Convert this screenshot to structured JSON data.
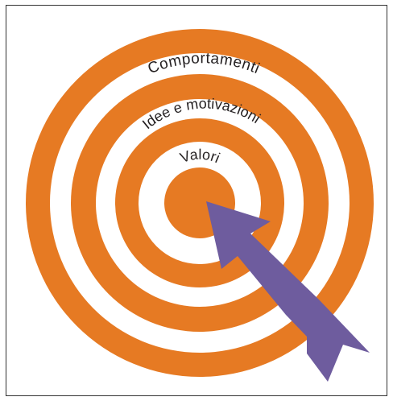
{
  "diagram": {
    "type": "target",
    "colors": {
      "ring": "#E67A23",
      "gap": "#ffffff",
      "arrow": "#6E5C9E",
      "frame": "#333333",
      "text": "#231f20"
    },
    "rings": [
      {
        "label": "Comportamenti"
      },
      {
        "label": "Idee e motivazioni"
      },
      {
        "label": "Valori"
      }
    ],
    "arrow_icon": "arrow-icon"
  }
}
